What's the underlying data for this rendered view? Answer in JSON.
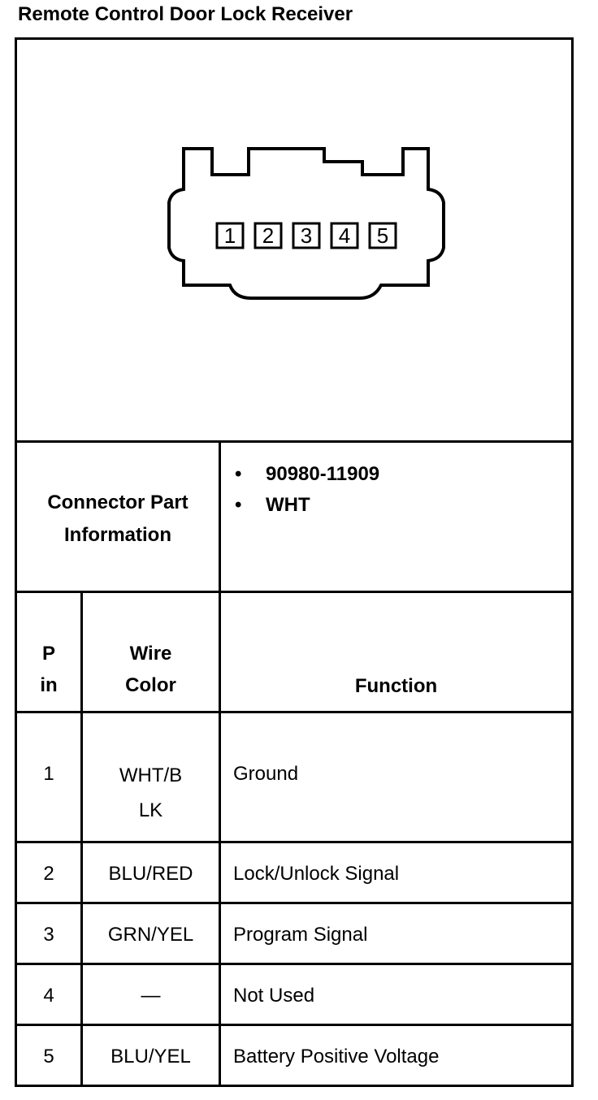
{
  "title": "Remote Control Door Lock Receiver",
  "connector": {
    "pins": [
      "1",
      "2",
      "3",
      "4",
      "5"
    ]
  },
  "part_info": {
    "label_line1": "Connector Part",
    "label_line2": "Information",
    "items": [
      "90980-11909",
      "WHT"
    ]
  },
  "table": {
    "headers": {
      "pin_line1": "P",
      "pin_line2": "in",
      "wire_line1": "Wire",
      "wire_line2": "Color",
      "function": "Function"
    },
    "rows": [
      {
        "pin": "1",
        "wire_line1": "WHT/B",
        "wire_line2": "LK",
        "function": "Ground"
      },
      {
        "pin": "2",
        "wire_line1": "BLU/RED",
        "wire_line2": "",
        "function": "Lock/Unlock Signal"
      },
      {
        "pin": "3",
        "wire_line1": "GRN/YEL",
        "wire_line2": "",
        "function": "Program Signal"
      },
      {
        "pin": "4",
        "wire_line1": "—",
        "wire_line2": "",
        "function": "Not Used"
      },
      {
        "pin": "5",
        "wire_line1": "BLU/YEL",
        "wire_line2": "",
        "function": "Battery Positive Voltage"
      }
    ]
  }
}
